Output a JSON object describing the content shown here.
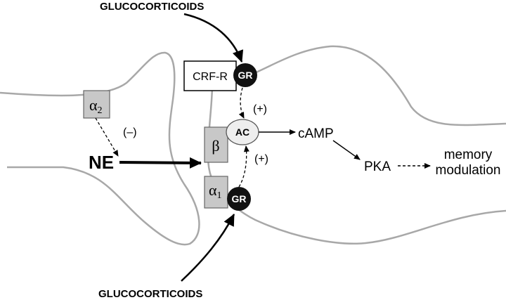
{
  "diagram": {
    "labels": {
      "glucocorticoids_top": "GLUCOCORTICOIDS",
      "glucocorticoids_bottom": "GLUCOCORTICOIDS",
      "crf_r": "CRF-R",
      "gr_top": "GR",
      "gr_bottom": "GR",
      "alpha2_symbol": "α",
      "alpha2_sub": "2",
      "alpha1_symbol": "α",
      "alpha1_sub": "1",
      "beta": "β",
      "ac": "AC",
      "camp": "cAMP",
      "pka": "PKA",
      "memory_line1": "memory",
      "memory_line2": "modulation",
      "ne": "NE",
      "minus": "(–)",
      "plus_top": "(+)",
      "plus_bottom": "(+)"
    },
    "colors": {
      "membrane": "#a8a8a8",
      "receptor_fill": "#c8c8c8",
      "gr_fill": "#111111",
      "ac_fill": "#eeeeee"
    }
  }
}
